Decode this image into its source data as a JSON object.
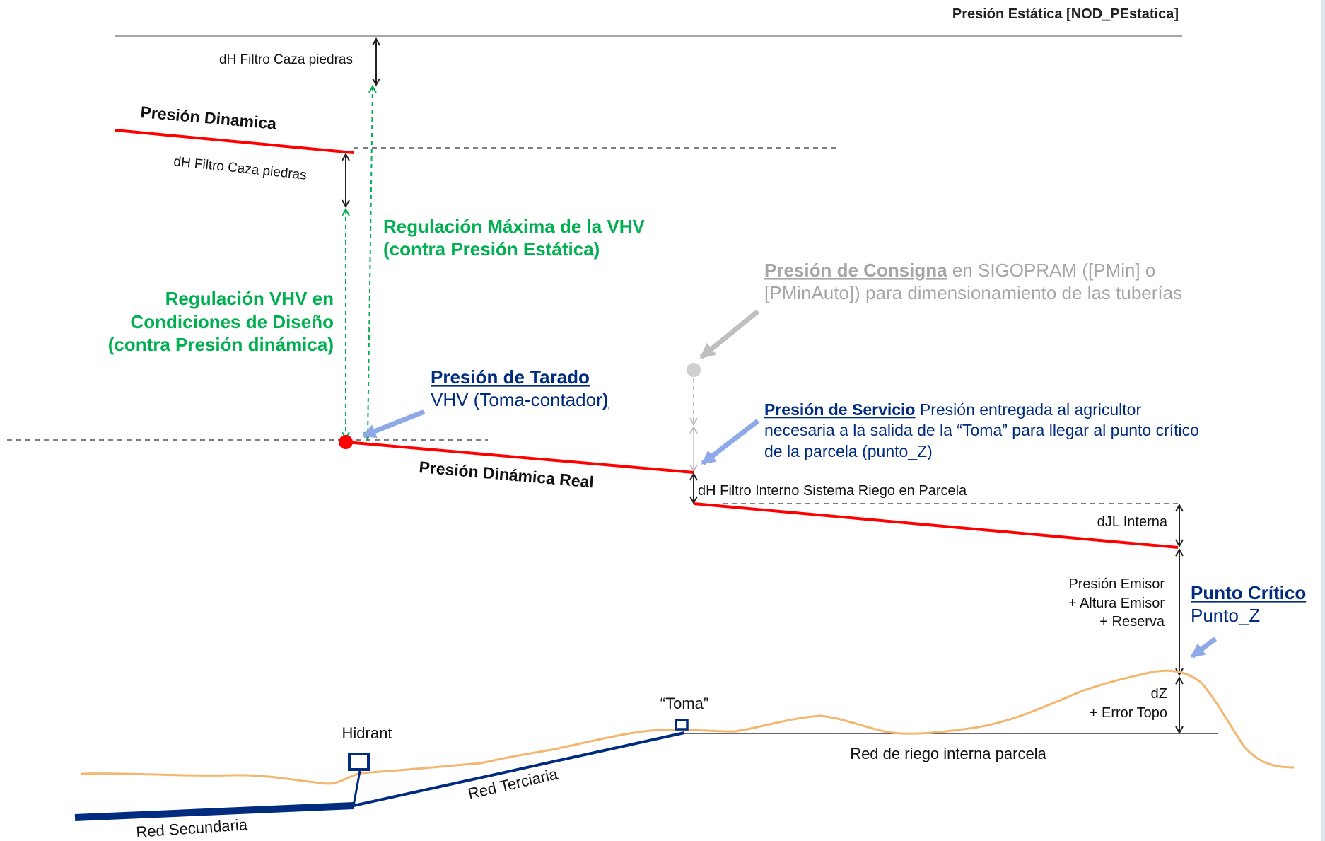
{
  "header": {
    "title": "Presión Estática [NOD_PEstatica]"
  },
  "labels": {
    "presion_dinamica": "Presión Dinamica",
    "dh_filtro_top": "dH Filtro Caza piedras",
    "dh_filtro_mid": "dH Filtro Caza piedras",
    "regulacion_maxima_l1": "Regulación Máxima de la VHV",
    "regulacion_maxima_l2": "(contra Presión Estática)",
    "regulacion_diseno_l1": "Regulación VHV en",
    "regulacion_diseno_l2": "Condiciones de Diseño",
    "regulacion_diseno_l3": "(contra Presión dinámica)",
    "consigna_title": "Presión de Consigna",
    "consigna_rest_l1": " en SIGOPRAM ([PMin] o",
    "consigna_rest_l2": "[PMinAuto]) para dimensionamiento de las tuberías",
    "tarado_title": "Presión de Tarado",
    "tarado_sub": "VHV (Toma-contador",
    "tarado_paren": ")",
    "servicio_title": "Presión de Servicio",
    "servicio_rest_l1": " Presión entregada al agricultor",
    "servicio_rest_l2": "necesaria a la salida de la “Toma” para llegar al punto crítico",
    "servicio_rest_l3": "de la parcela (punto_Z)",
    "dinamica_real": "Presión Dinámica Real",
    "dh_filtro_interno": "dH Filtro Interno  Sistema Riego en Parcela",
    "djl_interna": "dJL Interna",
    "emisor_l1": "Presión Emisor",
    "emisor_l2": "+ Altura Emisor",
    "emisor_l3": "+ Reserva",
    "punto_critico_title": "Punto Crítico",
    "punto_critico_sub": "Punto_Z",
    "dz_l1": "dZ",
    "dz_l2": "+ Error Topo",
    "toma": "“Toma”",
    "hidrant": "Hidrant",
    "red_riego_interna": "Red de riego interna parcela",
    "red_terciaria": "Red Terciaria",
    "red_secundaria": "Red Secundaria"
  },
  "colors": {
    "pressure_line": "#ff0000",
    "regulation": "#00b050",
    "title_blue": "#002b7f",
    "arrow_blue": "#8ea9e8",
    "consigna_grey": "#a6a6a6",
    "terrain": "#f4b66f",
    "network": "#002b7f",
    "static_line": "#a6a6a6"
  }
}
